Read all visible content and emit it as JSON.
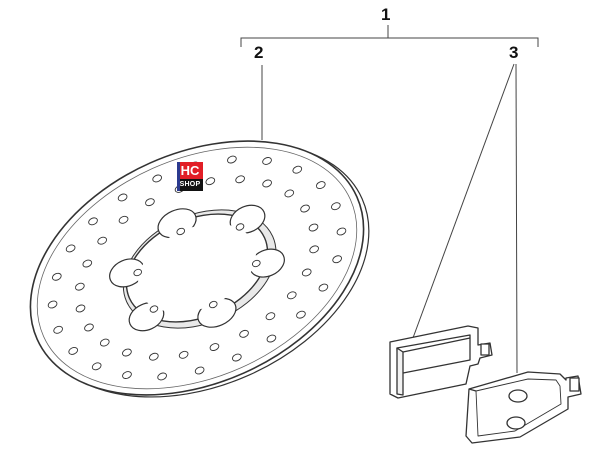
{
  "callouts": {
    "assembly": "1",
    "disc": "2",
    "pads": "3"
  },
  "logo": {
    "line1": "HC",
    "line2": "SHOP"
  },
  "colors": {
    "line": "#333333",
    "logo_red": "#e11e26",
    "logo_dark": "#111111",
    "logo_blue": "#2b3a8f"
  }
}
